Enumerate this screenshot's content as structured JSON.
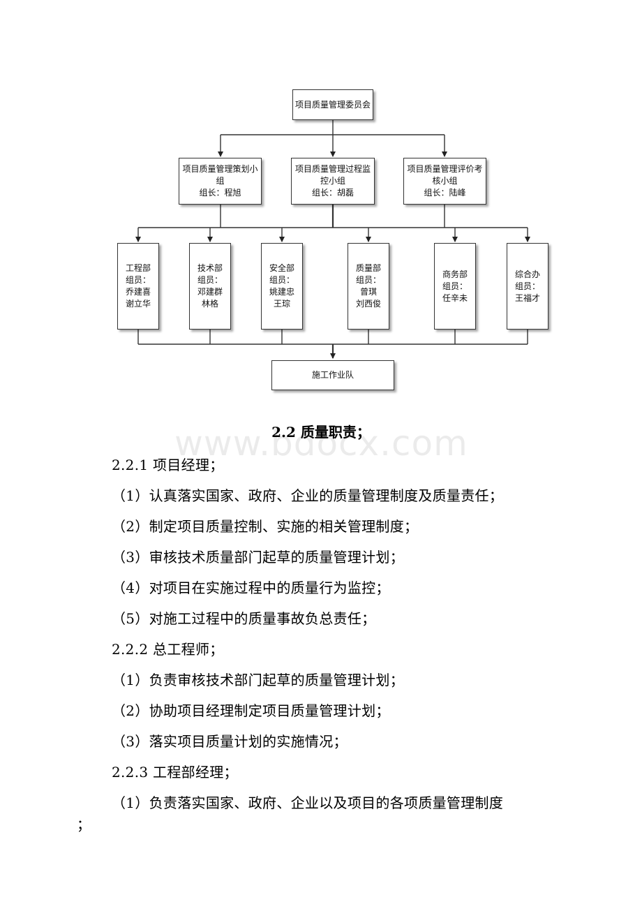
{
  "org_chart": {
    "committee": "项目质量管理委员会",
    "groups": [
      {
        "line1": "项目质量管理策划小",
        "line2": "组",
        "line3": "组长：程旭"
      },
      {
        "line1": "项目质量管理过程监",
        "line2": "控小组",
        "line3": "组长：胡磊"
      },
      {
        "line1": "项目质量管理评价考",
        "line2": "核小组",
        "line3": "组长：陆峰"
      }
    ],
    "departments": [
      {
        "name": "工程部",
        "label": "组员：",
        "m1": "乔建喜",
        "m2": "谢立华"
      },
      {
        "name": "技术部",
        "label": "组员：",
        "m1": "邓建群",
        "m2": "林格"
      },
      {
        "name": "安全部",
        "label": "组员：",
        "m1": "姚建忠",
        "m2": "王琮"
      },
      {
        "name": "质量部",
        "label": "组员：",
        "m1": "曾琪",
        "m2": "刘西俊"
      },
      {
        "name": "商务部",
        "label": "组员：",
        "m1": "任辛未",
        "m2": ""
      },
      {
        "name": "综合办",
        "label": "组员：",
        "m1": "王福才",
        "m2": ""
      }
    ],
    "team": "施工作业队"
  },
  "section_title": "2.2 质量职责；",
  "watermark": "www.bdocx.com",
  "lines": [
    "2.2.1 项目经理；",
    "（1）认真落实国家、政府、企业的质量管理制度及质量责任；",
    "（2）制定项目质量控制、实施的相关管理制度；",
    "（3）审核技术质量部门起草的质量管理计划；",
    "（4）对项目在实施过程中的质量行为监控；",
    "（5）对施工过程中的质量事故负总责任；",
    "2.2.2 总工程师；",
    "（1）负责审核技术部门起草的质量管理计划；",
    "（2）协助项目经理制定项目质量管理计划；",
    "（3）落实项目质量计划的实施情况；",
    "2.2.3 工程部经理；",
    "（1）负责落实国家、政府、企业以及项目的各项质量管理制度"
  ],
  "tail": "；"
}
